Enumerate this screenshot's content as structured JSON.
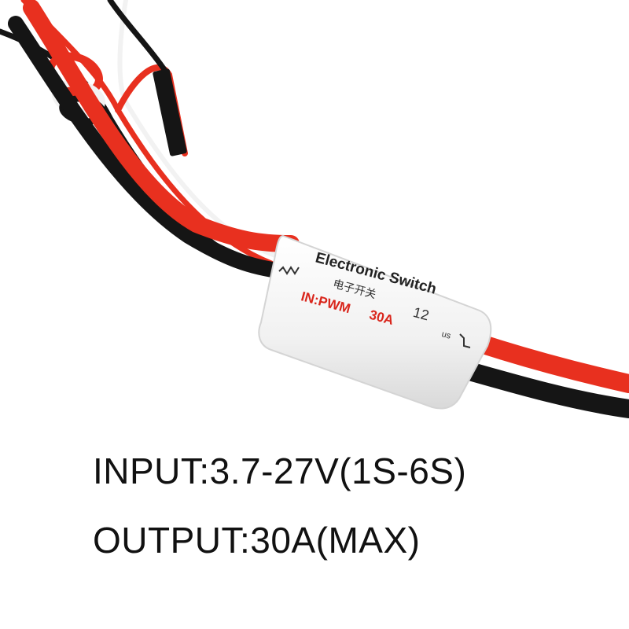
{
  "product": {
    "label_title": "Electronic Switch",
    "label_subtitle": "电子开关",
    "label_input": "IN:PWM",
    "label_current": "30A",
    "side_text_right": "12",
    "side_text_us": "us"
  },
  "specs": {
    "input": "INPUT:3.7-27V(1S-6S)",
    "output": "OUTPUT:30A(MAX)"
  },
  "colors": {
    "background": "#ffffff",
    "wire_red": "#e8301f",
    "wire_black": "#151515",
    "wire_white": "#f2f2f2",
    "shrink_wrap": "#f4f4f4",
    "label_red": "#d9261c"
  }
}
